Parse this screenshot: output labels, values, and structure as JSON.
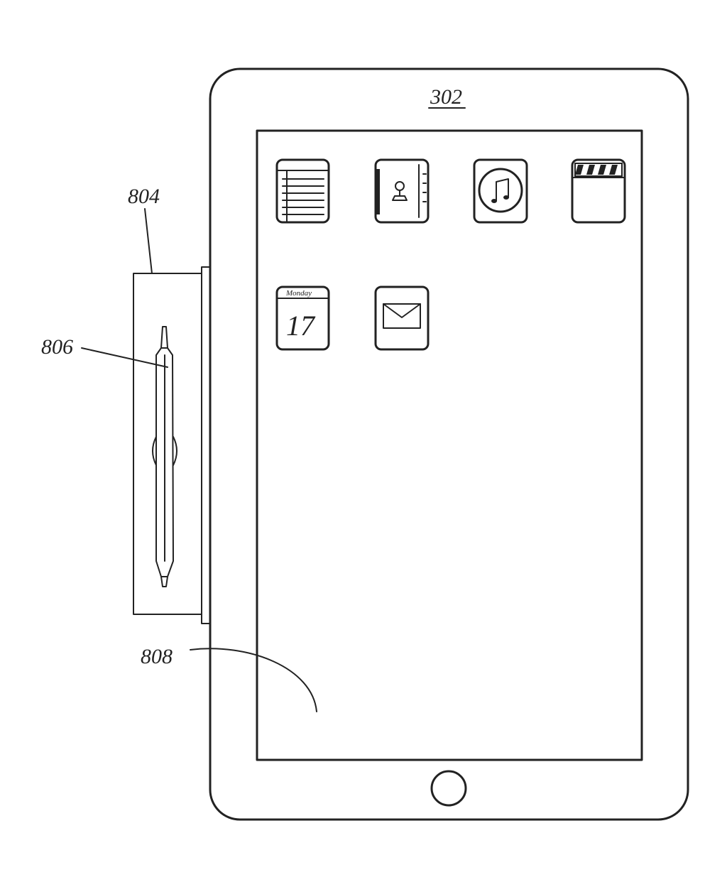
{
  "labels": {
    "device": "302",
    "case": "804",
    "stylus": "806",
    "screen": "808"
  },
  "calendar": {
    "weekday": "Monday",
    "day": "17"
  },
  "icons": [
    {
      "name": "notes-icon"
    },
    {
      "name": "contacts-icon"
    },
    {
      "name": "music-icon"
    },
    {
      "name": "video-icon"
    },
    {
      "name": "calendar-icon"
    },
    {
      "name": "mail-icon"
    }
  ],
  "colors": {
    "ink": "#222222",
    "paper": "#ffffff"
  }
}
